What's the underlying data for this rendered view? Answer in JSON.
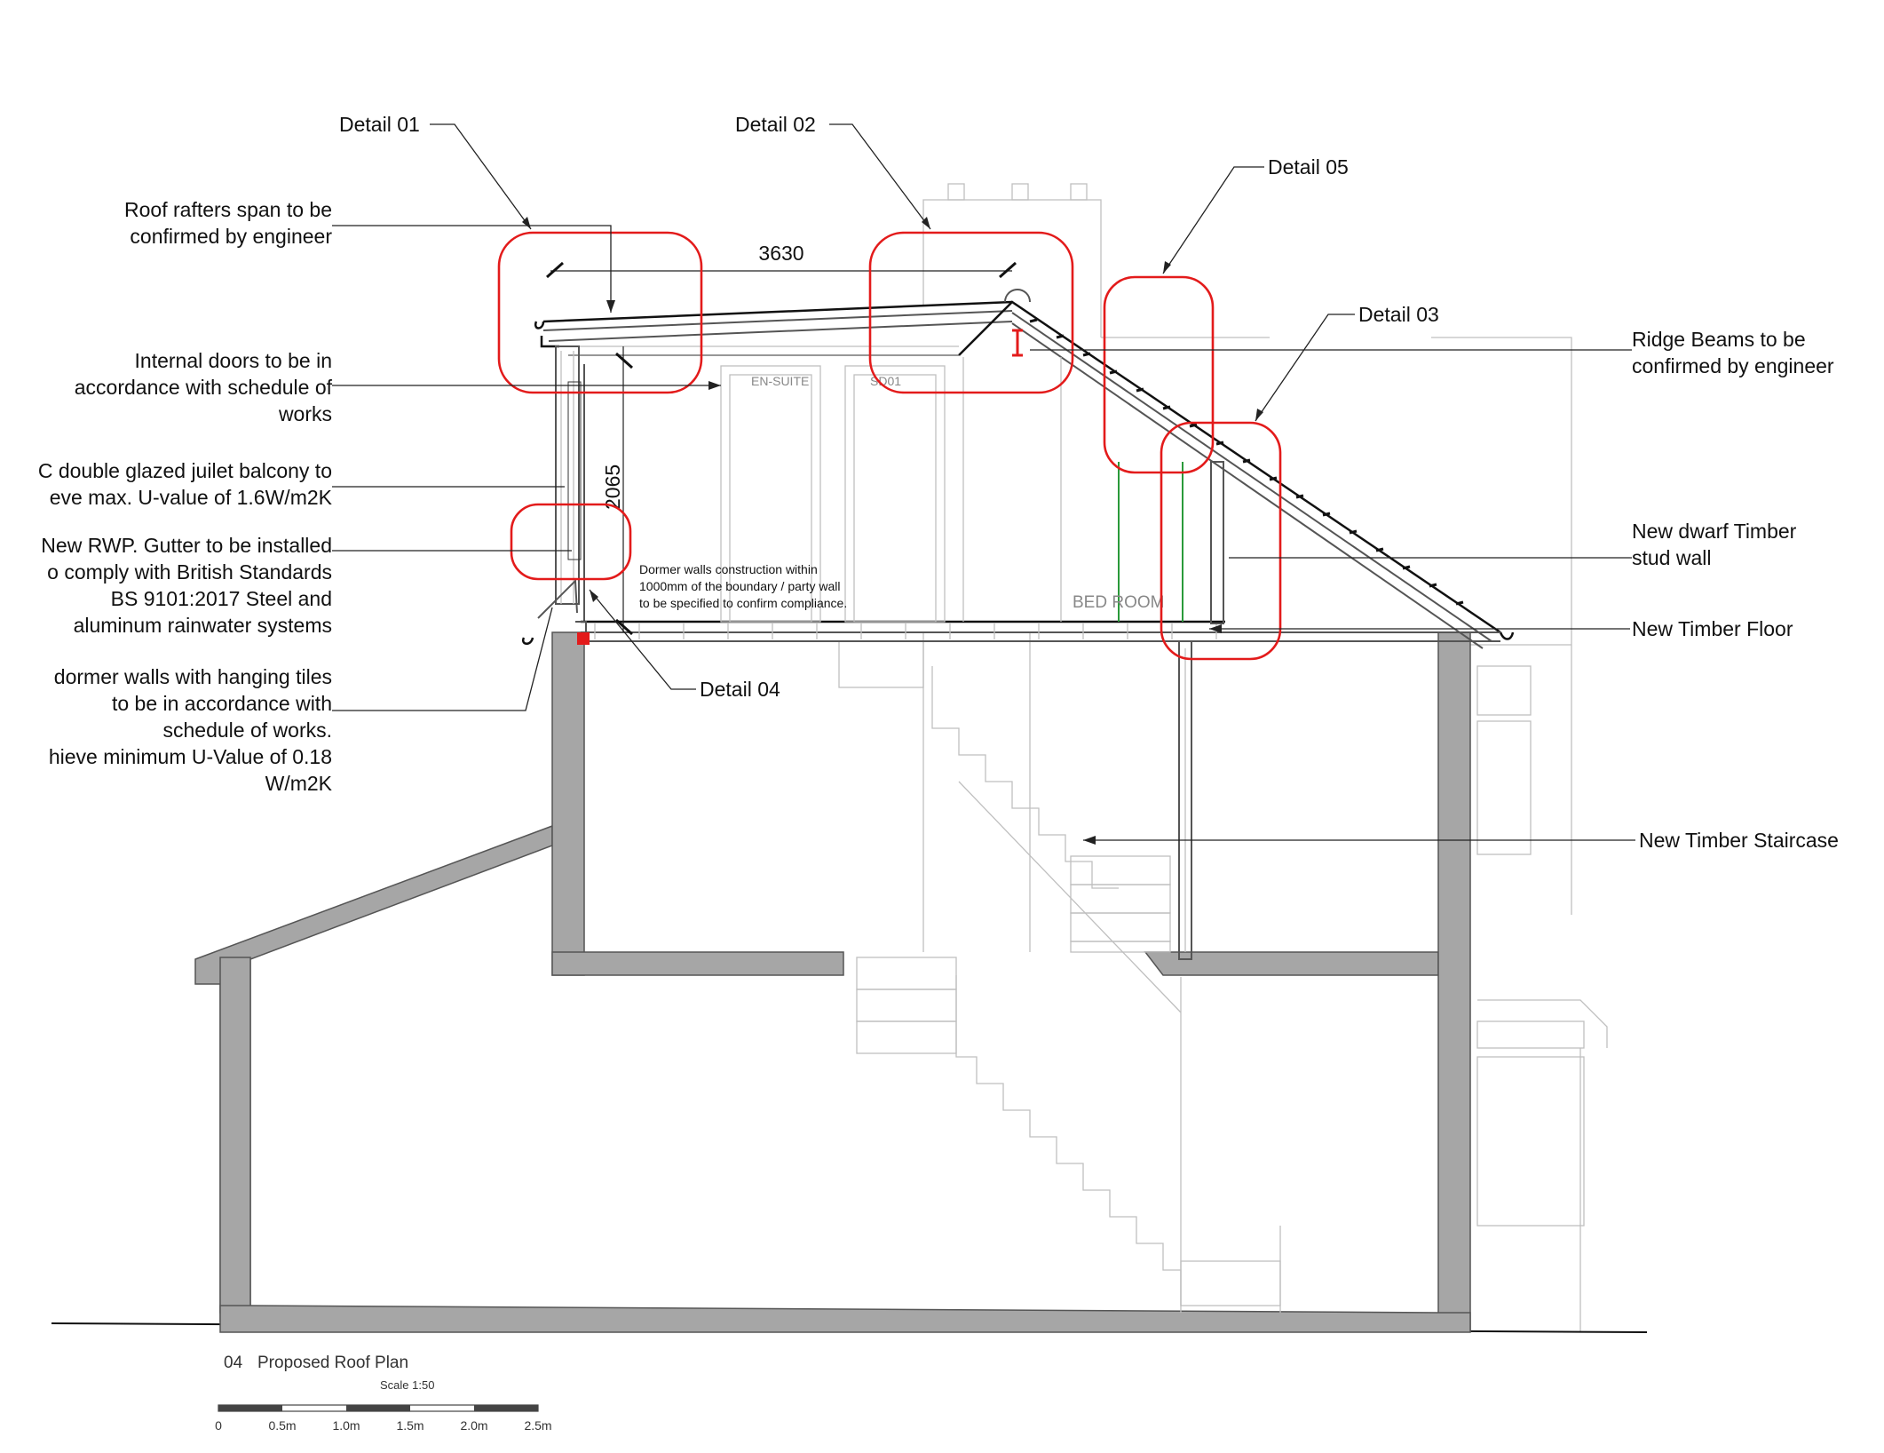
{
  "drawing": {
    "title_number": "04",
    "title": "Proposed Roof Plan",
    "scale": "Scale 1:50",
    "scale_bar_ticks": [
      "0",
      "0.5m",
      "1.0m",
      "1.5m",
      "2.0m",
      "2.5m"
    ]
  },
  "details": {
    "d01": "Detail 01",
    "d02": "Detail 02",
    "d03": "Detail 03",
    "d04": "Detail 04",
    "d05": "Detail 05"
  },
  "notes_left": {
    "rafters": [
      "Roof rafters span to be",
      "confirmed by engineer"
    ],
    "doors": [
      "Internal doors to be in",
      "accordance with schedule of",
      "works"
    ],
    "balcony": [
      "C double glazed juilet balcony to",
      "eve max. U-value of 1.6W/m2K"
    ],
    "rwp": [
      "New RWP. Gutter to be installed",
      "o comply with British Standards",
      "BS 9101:2017 Steel and",
      "aluminum rainwater systems"
    ],
    "tiles": [
      "dormer walls with hanging tiles",
      "to be in accordance with",
      "schedule of works.",
      "hieve minimum U-Value of 0.18",
      "W/m2K"
    ]
  },
  "notes_right": {
    "ridge": [
      "Ridge Beams to be",
      "confirmed by engineer"
    ],
    "dwarf": [
      "New dwarf Timber",
      "stud wall"
    ],
    "floor": "New Timber Floor",
    "stair": "New Timber Staircase"
  },
  "dormer_note": [
    "Dormer walls construction within",
    "1000mm of the boundary / party wall",
    "to be specified to confirm compliance."
  ],
  "dimensions": {
    "span": "3630",
    "height": "2065"
  },
  "rooms": {
    "ensuite": "EN-SUITE",
    "door_tag": "SD01",
    "bedroom": "BED ROOM"
  },
  "colors": {
    "highlight": "#e31b1b",
    "wall_fill": "#a6a6a6",
    "stud": "#2a9a3a"
  }
}
